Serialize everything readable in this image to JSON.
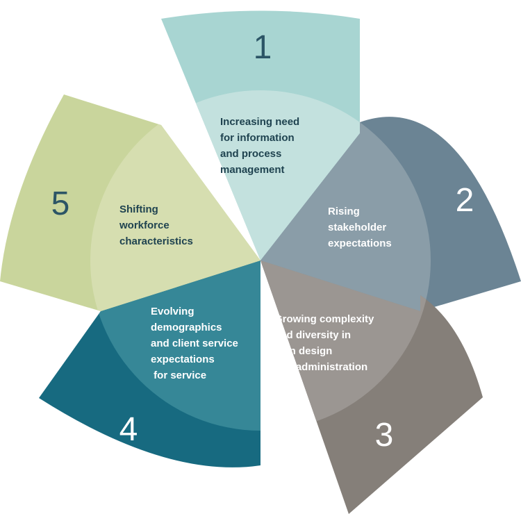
{
  "segments": [
    {
      "number": "1",
      "label_lines": [
        "Increasing need",
        "for information",
        "and process",
        "management"
      ],
      "outer_color": "#a8d5d2",
      "inner_color": "#c3e1de",
      "text_color": "#1f4350"
    },
    {
      "number": "2",
      "label_lines": [
        "Rising",
        "stakeholder",
        "expectations"
      ],
      "outer_color": "#6b8494",
      "inner_color": "#8a9da8",
      "text_color": "#ffffff"
    },
    {
      "number": "3",
      "label_lines": [
        "Growing complexity",
        "and diversity in",
        "plan design",
        "and administration"
      ],
      "outer_color": "#857f79",
      "inner_color": "#9b9692",
      "text_color": "#ffffff"
    },
    {
      "number": "4",
      "label_lines": [
        "Evolving",
        "demographics",
        "and client service",
        "expectations",
        " for service"
      ],
      "outer_color": "#176a80",
      "inner_color": "#368797",
      "text_color": "#ffffff"
    },
    {
      "number": "5",
      "label_lines": [
        "Shifting",
        "workforce",
        "characteristics"
      ],
      "outer_color": "#c9d59c",
      "inner_color": "#d6deb0",
      "text_color": "#1f4350"
    }
  ]
}
